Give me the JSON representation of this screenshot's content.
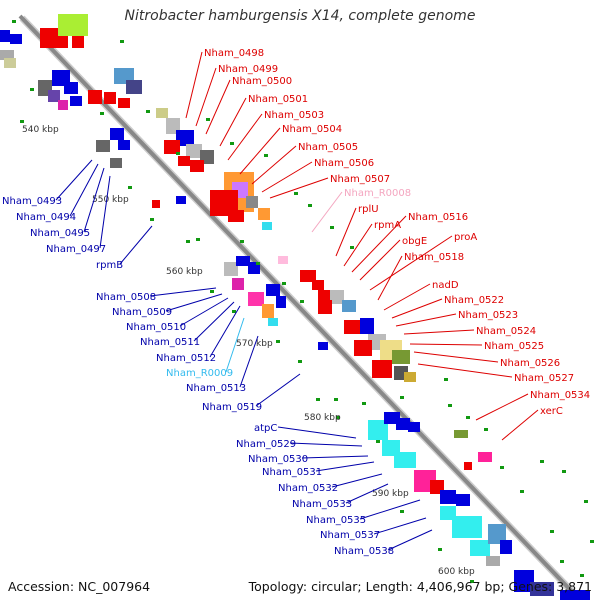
{
  "title": "Nitrobacter hamburgensis X14, complete genome",
  "accession": "Accession: NC_007964",
  "topology": "Topology: circular; Length: 4,406,967 bp; Genes: 3,871",
  "ticks": [
    "540 kbp",
    "550 kbp",
    "560 kbp",
    "570 kbp",
    "580 kbp",
    "590 kbp",
    "600 kbp"
  ],
  "labels_right": [
    {
      "text": "Nham_0498",
      "color": "#dd0000"
    },
    {
      "text": "Nham_0499",
      "color": "#dd0000"
    },
    {
      "text": "Nham_0500",
      "color": "#dd0000"
    },
    {
      "text": "Nham_0501",
      "color": "#dd0000"
    },
    {
      "text": "Nham_0503",
      "color": "#dd0000"
    },
    {
      "text": "Nham_0504",
      "color": "#dd0000"
    },
    {
      "text": "Nham_0505",
      "color": "#dd0000"
    },
    {
      "text": "Nham_0506",
      "color": "#dd0000"
    },
    {
      "text": "Nham_0507",
      "color": "#dd0000"
    },
    {
      "text": "Nham_R0008",
      "color": "#f4a6c0"
    },
    {
      "text": "rplU",
      "color": "#dd0000"
    },
    {
      "text": "rpmA",
      "color": "#dd0000"
    },
    {
      "text": "Nham_0516",
      "color": "#dd0000"
    },
    {
      "text": "obgE",
      "color": "#dd0000"
    },
    {
      "text": "proA",
      "color": "#dd0000"
    },
    {
      "text": "Nham_0518",
      "color": "#dd0000"
    },
    {
      "text": "nadD",
      "color": "#dd0000"
    },
    {
      "text": "Nham_0522",
      "color": "#dd0000"
    },
    {
      "text": "Nham_0523",
      "color": "#dd0000"
    },
    {
      "text": "Nham_0524",
      "color": "#dd0000"
    },
    {
      "text": "Nham_0525",
      "color": "#dd0000"
    },
    {
      "text": "Nham_0526",
      "color": "#dd0000"
    },
    {
      "text": "Nham_0527",
      "color": "#dd0000"
    },
    {
      "text": "Nham_0534",
      "color": "#dd0000"
    },
    {
      "text": "xerC",
      "color": "#dd0000"
    }
  ],
  "labels_left": [
    {
      "text": "Nham_0493",
      "color": "#0000aa"
    },
    {
      "text": "Nham_0494",
      "color": "#0000aa"
    },
    {
      "text": "Nham_0495",
      "color": "#0000aa"
    },
    {
      "text": "Nham_0497",
      "color": "#0000aa"
    },
    {
      "text": "rpmB",
      "color": "#0000aa"
    },
    {
      "text": "Nham_0508",
      "color": "#0000aa"
    },
    {
      "text": "Nham_0509",
      "color": "#0000aa"
    },
    {
      "text": "Nham_0510",
      "color": "#0000aa"
    },
    {
      "text": "Nham_0511",
      "color": "#0000aa"
    },
    {
      "text": "Nham_0512",
      "color": "#0000aa"
    },
    {
      "text": "Nham_R0009",
      "color": "#33bbee"
    },
    {
      "text": "Nham_0513",
      "color": "#0000aa"
    },
    {
      "text": "Nham_0519",
      "color": "#0000aa"
    },
    {
      "text": "atpC",
      "color": "#0000aa"
    },
    {
      "text": "Nham_0529",
      "color": "#0000aa"
    },
    {
      "text": "Nham_0530",
      "color": "#0000aa"
    },
    {
      "text": "Nham_0531",
      "color": "#0000aa"
    },
    {
      "text": "Nham_0532",
      "color": "#0000aa"
    },
    {
      "text": "Nham_0533",
      "color": "#0000aa"
    },
    {
      "text": "Nham_0535",
      "color": "#0000aa"
    },
    {
      "text": "Nham_0537",
      "color": "#0000aa"
    },
    {
      "text": "Nham_0538",
      "color": "#0000aa"
    }
  ],
  "colors": {
    "forward": "#ee0000",
    "reverse": "#0000dd",
    "backbone": "#888888",
    "gc": "#119911"
  }
}
